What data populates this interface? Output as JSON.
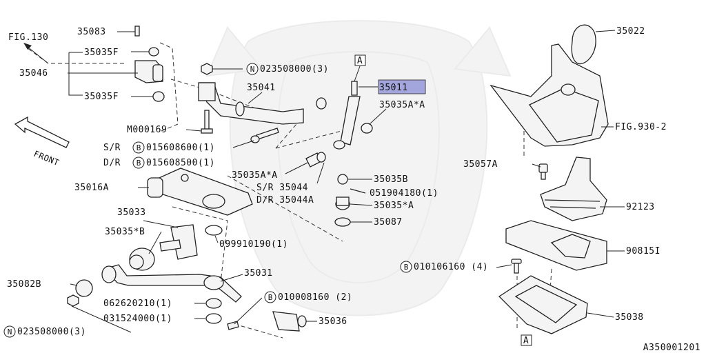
{
  "figure_ref": "FIG.130",
  "front_label": "FRONT",
  "highlight_color": "#a3a5dd",
  "callouts": {
    "p35083": "35083",
    "p35035F_top": "35035F",
    "p35046": "35046",
    "p35035F_bottom": "35035F",
    "pM000169": "M000169",
    "sr_bolt_prefix": "S/R",
    "sr_bolt_num": "015608600(1)",
    "dr_bolt_prefix": "D/R",
    "dr_bolt_num": "015608500(1)",
    "p35016A": "35016A",
    "p35033": "35033",
    "p35035B_star": "35035*B",
    "p35082B": "35082B",
    "p062620210": "062620210(1)",
    "p031524000": "031524000(1)",
    "p023508000_bottom": "023508000(3)",
    "p023508000_top": "023508000(3)",
    "p35041": "35041",
    "p35011": "35011",
    "p35035A_star_A_right": "35035A*A",
    "p35035A_star_A_left": "35035A*A",
    "p35035B": "35035B",
    "p051904180": "051904180(1)",
    "sr_35044": "S/R 35044",
    "dr_35044A": "D/R 35044A",
    "p35035_star_A": "35035*A",
    "p35087": "35087",
    "p099910190": "099910190(1)",
    "p35031": "35031",
    "p010008160": "010008160 (2)",
    "p35036": "35036",
    "p35022": "35022",
    "fig930": "FIG.930-2",
    "p35057A": "35057A",
    "p92123": "92123",
    "p90815I": "90815I",
    "p010106160": "010106160 (4)",
    "p35038": "35038",
    "ref_A_top": "A",
    "ref_A_bottom": "A",
    "ring_N": "N",
    "ring_B": "B"
  },
  "diagram_id": "A350001201"
}
